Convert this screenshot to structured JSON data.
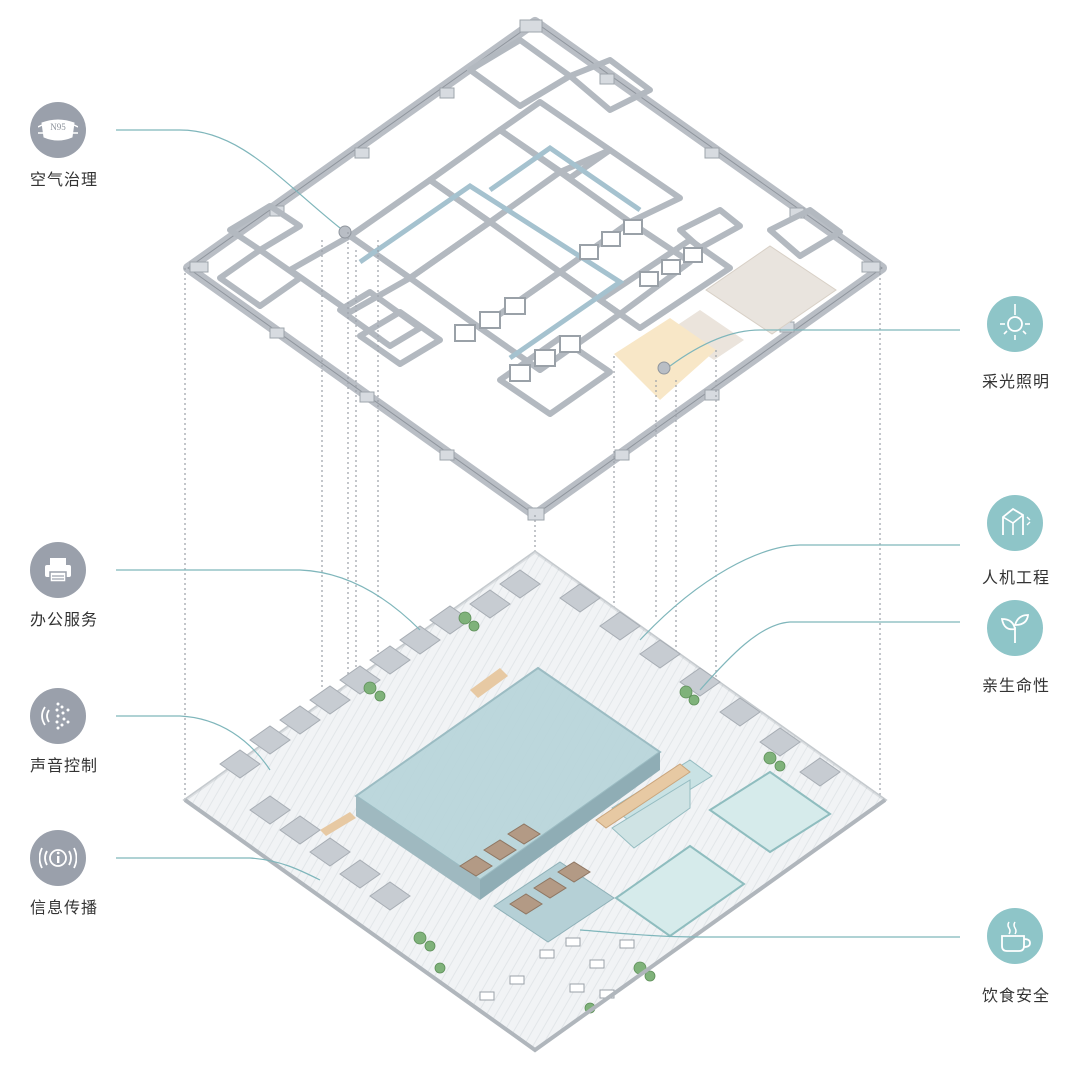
{
  "colors": {
    "gray_badge": "#9aa0ab",
    "teal_badge": "#8ec5c8",
    "leader_line": "#7fb6bb",
    "wall": "#b9bec5",
    "glass": "#a9cfd4",
    "wood": "#e7c9a3",
    "green": "#7fb27a"
  },
  "left_items": [
    {
      "label": "空气治理",
      "icon": "n95-mask-icon",
      "icon_text": "N95"
    },
    {
      "label": "办公服务",
      "icon": "printer-icon"
    },
    {
      "label": "声音控制",
      "icon": "sound-wave-icon"
    },
    {
      "label": "信息传播",
      "icon": "info-broadcast-icon"
    }
  ],
  "right_items": [
    {
      "label": "采光照明",
      "icon": "sun-light-icon"
    },
    {
      "label": "人机工程",
      "icon": "ergonomic-chair-icon"
    },
    {
      "label": "亲生命性",
      "icon": "sprout-icon"
    },
    {
      "label": "饮食安全",
      "icon": "hot-cup-icon"
    }
  ]
}
